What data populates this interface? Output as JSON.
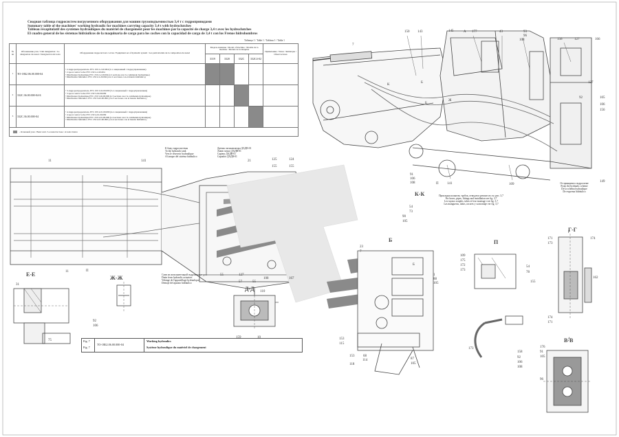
{
  "header": {
    "title_lines": [
      "Сводная таблица гидросистем погрузочного оборудования для машин грузоподъемностью 3,4 т с гидроприводами",
      "Summary table of the machines' working hydraulic for machines carrying capacity 3,4 t with hydroclutches",
      "Tableau récapitulatif des systèmes hydrauliques du matériel de chargement pour les machines par la capacité de charge 3,4 t avec les hydroclutches",
      "El cuadro general de los sistemas hidráulicos de la maquinaria de carga para los coches con la capacidad de carga de 3,4 t con los Frenos hidrohombros"
    ],
    "table_caption": "Таблица 1 / Table 1 / Tableau 1 / Tabla 1"
  },
  "table": {
    "col_num": "№ пп",
    "col_designation": "Обозначение узла / Unit designation / La désignation du nœud / Designación del nodo",
    "col_composition": "Оборудование гидросистем: состав / Equipment set of hydraulic system / Les particularités de la composition du nœud",
    "col_machines": "Модель машины / Model of machine / Modèle de la machine / Modelo de la máquina",
    "machines": [
      "3319",
      "3320",
      "332C",
      "332C4-02"
    ],
    "col_notes": "Примечание / Notes / Remarque / Observaciones",
    "rows": [
      {
        "num": "1",
        "designation": "ТО-18Б2.06.00.000-04",
        "composition": [
          "• 2-гидрораспределитель РУС 25Г.2-2.20.004 (2-х секционный с гидроуправлением)",
          "• 2 spool control valve РУС 25Г.2-2.20.004",
          "• Distributeur hydraulique РУС 25Г.2-2.20.004 (à 2 sections avec la commande hydraulique)",
          "• Distribuidor hidráulico РУС 25Г.2-2.20.004 (con 2 secciones con el mando hidráulico)"
        ],
        "marks": [
          true,
          true,
          false,
          false
        ]
      },
      {
        "num": "2",
        "designation": "332С.36.00.000-04-Б",
        "composition": [
          "• 3-гидрораспределитель РУС 25Г.3-02.00.099 (3-х секционный с гидроуправлением)",
          "• 3 spool control valve РУС 25Г.3-02.00.099",
          "• Distributeur hydraulique РУС 25Г.3-02.00.099 (à 3 sections avec la commande hydraulique)",
          "• Distribuidor hidráulico РУС 25Г.3-02.00.099 (con 3 secciones con el mando hidráulico)"
        ],
        "marks": [
          false,
          false,
          true,
          false
        ]
      },
      {
        "num": "3",
        "designation": "332С.36.00.000-04",
        "composition": [
          "• 4-гидрораспределитель РУС 25Г.4-01.00.099 (4-х секционный с гидроуправлением)",
          "• 4 spool control valve РУС 25Г.4-01.00.099",
          "• Distributeur hydraulique РУС 25Г.4-01.00.099 (à 4 sections avec la commande hydraulique)",
          "• Distribuidor hidráulico РУС 25Г.4-01.00.099 (con 4 secciones con el mando hidráulico)"
        ],
        "marks": [
          false,
          false,
          false,
          true
        ]
      }
    ],
    "legend": "- Основной узел / Basic unit / Le nœud de base / el nodo básico"
  },
  "callouts": {
    "top_left": [
      "7",
      "150",
      "143",
      "К",
      "Б",
      "Б",
      "Ж",
      "145",
      "А",
      "177",
      "43",
      "93",
      "96",
      "108",
      "156",
      "127",
      "166",
      "127",
      "92",
      "105",
      "106",
      "156",
      "149",
      "П",
      "141",
      "91",
      "106",
      "108",
      "109"
    ],
    "mid": [
      "11",
      "141",
      "П",
      "11",
      "21",
      "125",
      "155",
      "124",
      "155",
      "55",
      "127",
      "57",
      "55",
      "108",
      "167",
      "110",
      "159",
      "10"
    ],
    "right": [
      "Г",
      "171",
      "173",
      "174",
      "109",
      "175",
      "172",
      "173",
      "54",
      "78",
      "155",
      "162",
      "174",
      "171",
      "173",
      "158",
      "92",
      "106",
      "108",
      "176",
      "91",
      "105",
      "96",
      "4",
      "В"
    ],
    "bottom_center": [
      "23",
      "7",
      "Б",
      "1",
      "88",
      "105",
      "153",
      "115",
      "87",
      "105",
      "114",
      "68",
      "153",
      "118"
    ],
    "left": [
      "31",
      "92",
      "106",
      "75"
    ],
    "kk": [
      "54",
      "73",
      "90",
      "105"
    ]
  },
  "sections": {
    "ee": "Е-Е",
    "zhzh": "Ж-Ж",
    "dd": "Д-Д",
    "kk": "К-К",
    "p": "П",
    "gg": "Г-Г",
    "vv": "В-В",
    "b": "Б"
  },
  "notes": {
    "kk_note": [
      "Прокладка шлангов, трубок, отводов и ремонт их см. рис. 3,7",
      "For hoses, pipes, fittings and installation see fig. 3,7",
      "Les tuyaux souples, tubes et leur montage voir fig. 3,7",
      "Las mangueras, tubos, racores y su montaje ver fig. 3,7"
    ],
    "right_note": [
      "От принципа к гидросхеме",
      "From the hydraulic scheme",
      "De la schéma hydraulique",
      "De esquema hidráulico"
    ],
    "supply_note": [
      "К баку гидросистемы",
      "To the hydraulic tank",
      "Vers le réservoir hydraulique",
      "Al tanque del sistema hidráulico"
    ],
    "tube_note": [
      "Датчик сигнализатора ДАДВ-01",
      "Alarm sensor ДАДВ-01",
      "Capteur ДАДВ-01",
      "Captador ДАДВ-01"
    ],
    "plan_note": [
      "Слив из исполнительной гидроаппаратуры",
      "Drain from hydraulic actuators",
      "Vidange de l'appareillage hydraulique",
      "Drenaje del aparato hidráulico"
    ]
  },
  "stamp": {
    "fig_label_1": "Fig. 7",
    "fig_label_2": "Fig. 7",
    "code": "ТО-18Б2.06.00.000-04",
    "title_1": "Working hydraulics",
    "title_2": "Système hydraulique du matériel de chargement"
  }
}
